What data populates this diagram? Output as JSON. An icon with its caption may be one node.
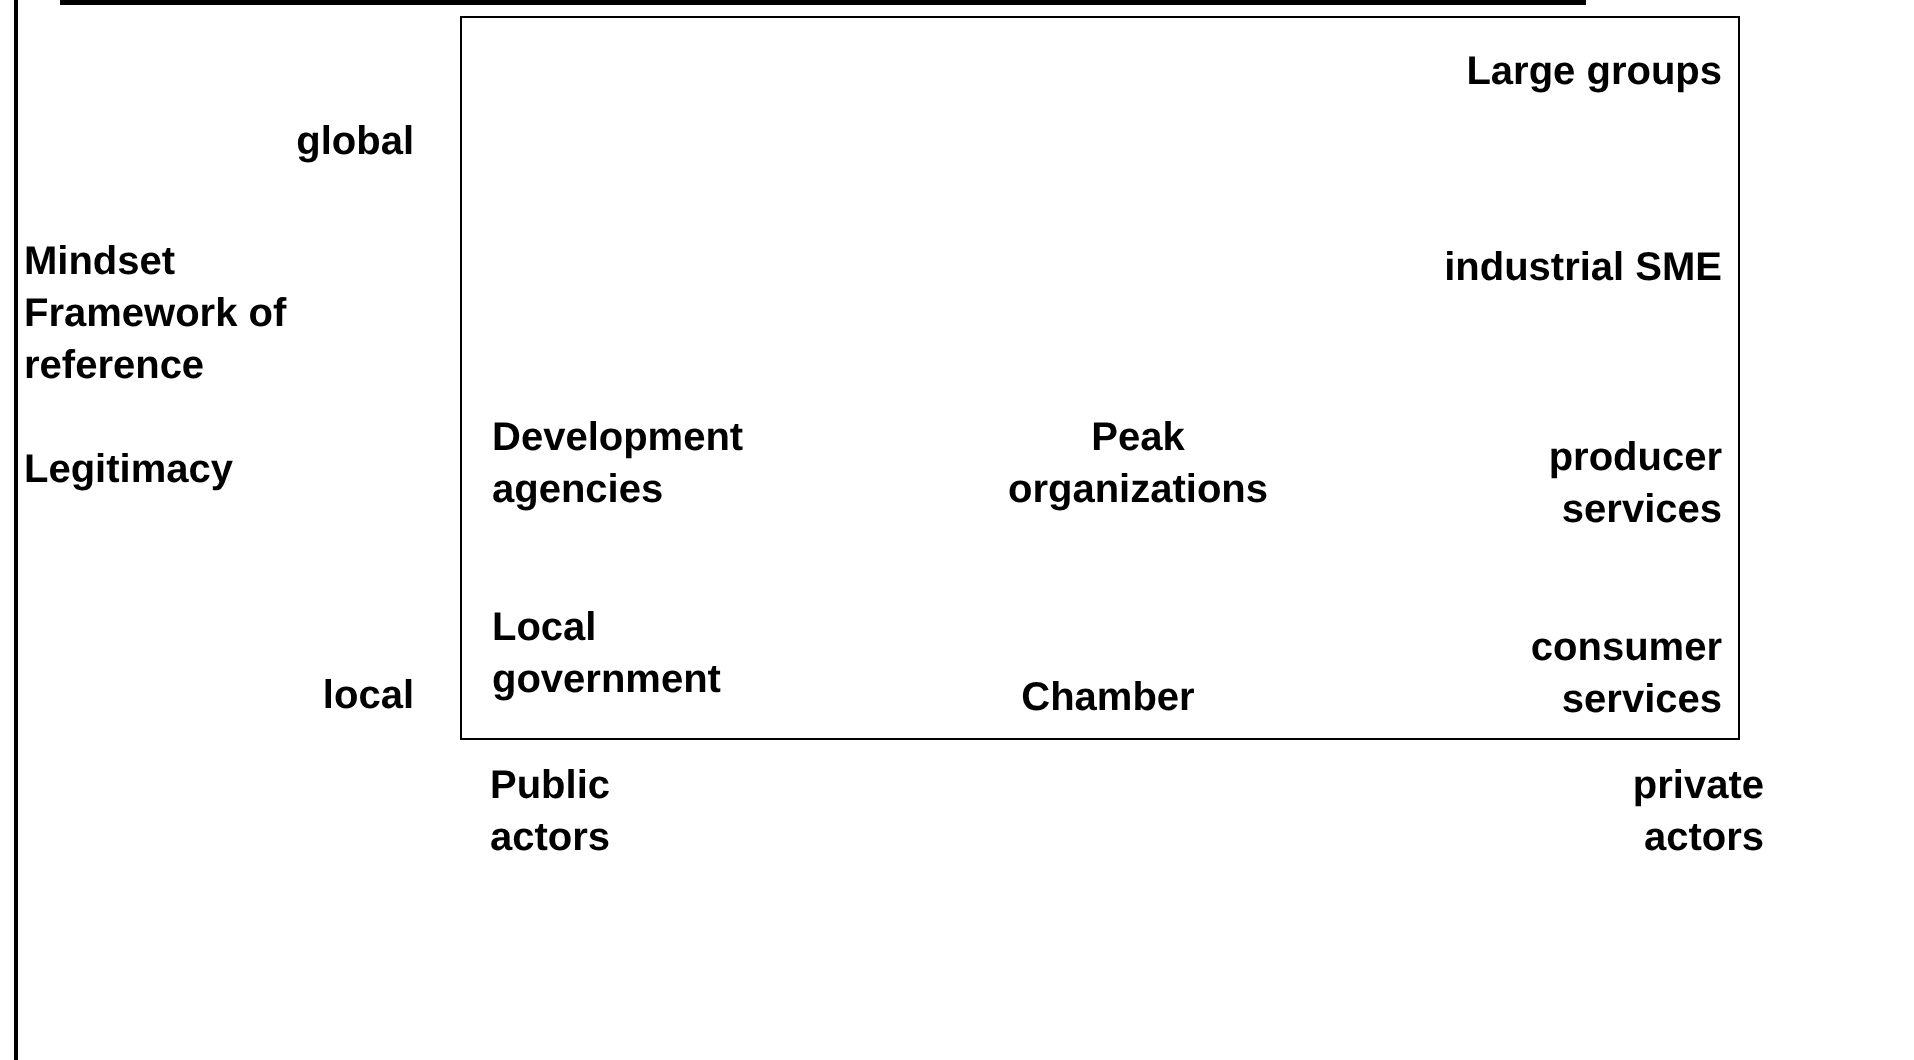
{
  "diagram": {
    "nodes": [
      {
        "text": [
          "Large groups",
          "industrial SME",
          "Development agencies",
          "Peak organizations",
          "producer services",
          "Local government",
          "Chamber",
          "consumer services"
        ]
      }
    ],
    "labels": [
      "global",
      "Mindset",
      "Framework of reference",
      "Legitimacy",
      "local",
      "Public actors",
      "private actors"
    ]
  }
}
